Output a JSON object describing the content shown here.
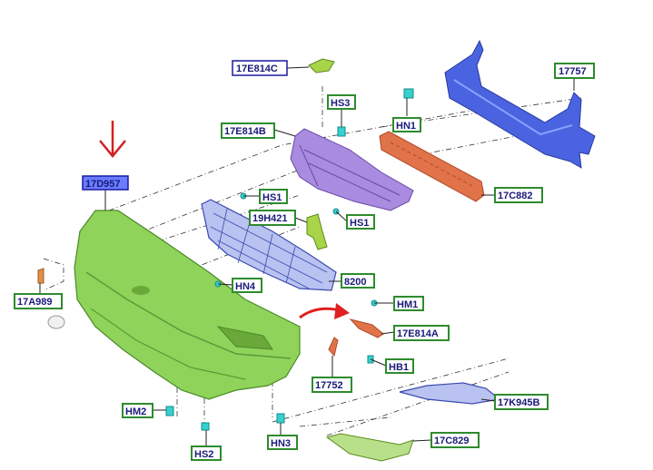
{
  "labels": {
    "p17E814C": "17E814C",
    "p17757": "17757",
    "pHS3": "HS3",
    "pHN1": "HN1",
    "p17E814B": "17E814B",
    "p17D957": "17D957",
    "p17C882": "17C882",
    "pHS1a": "HS1",
    "p19H421": "19H421",
    "pHS1b": "HS1",
    "p17A989": "17A989",
    "pHN4": "HN4",
    "p8200": "8200",
    "pHM1": "HM1",
    "p17E814A": "17E814A",
    "pHB1": "HB1",
    "p17752": "17752",
    "p17K945B": "17K945B",
    "pHM2": "HM2",
    "pHN3": "HN3",
    "p17C829": "17C829",
    "pHS2": "HS2"
  },
  "colors": {
    "bumper_green": "#8fd35a",
    "grille_purple": "#a98be0",
    "reinforcement_blue": "#4a63e0",
    "absorber_orange": "#e0734a",
    "bracket_green": "#a8d44a",
    "arrow_red": "#d42020"
  }
}
